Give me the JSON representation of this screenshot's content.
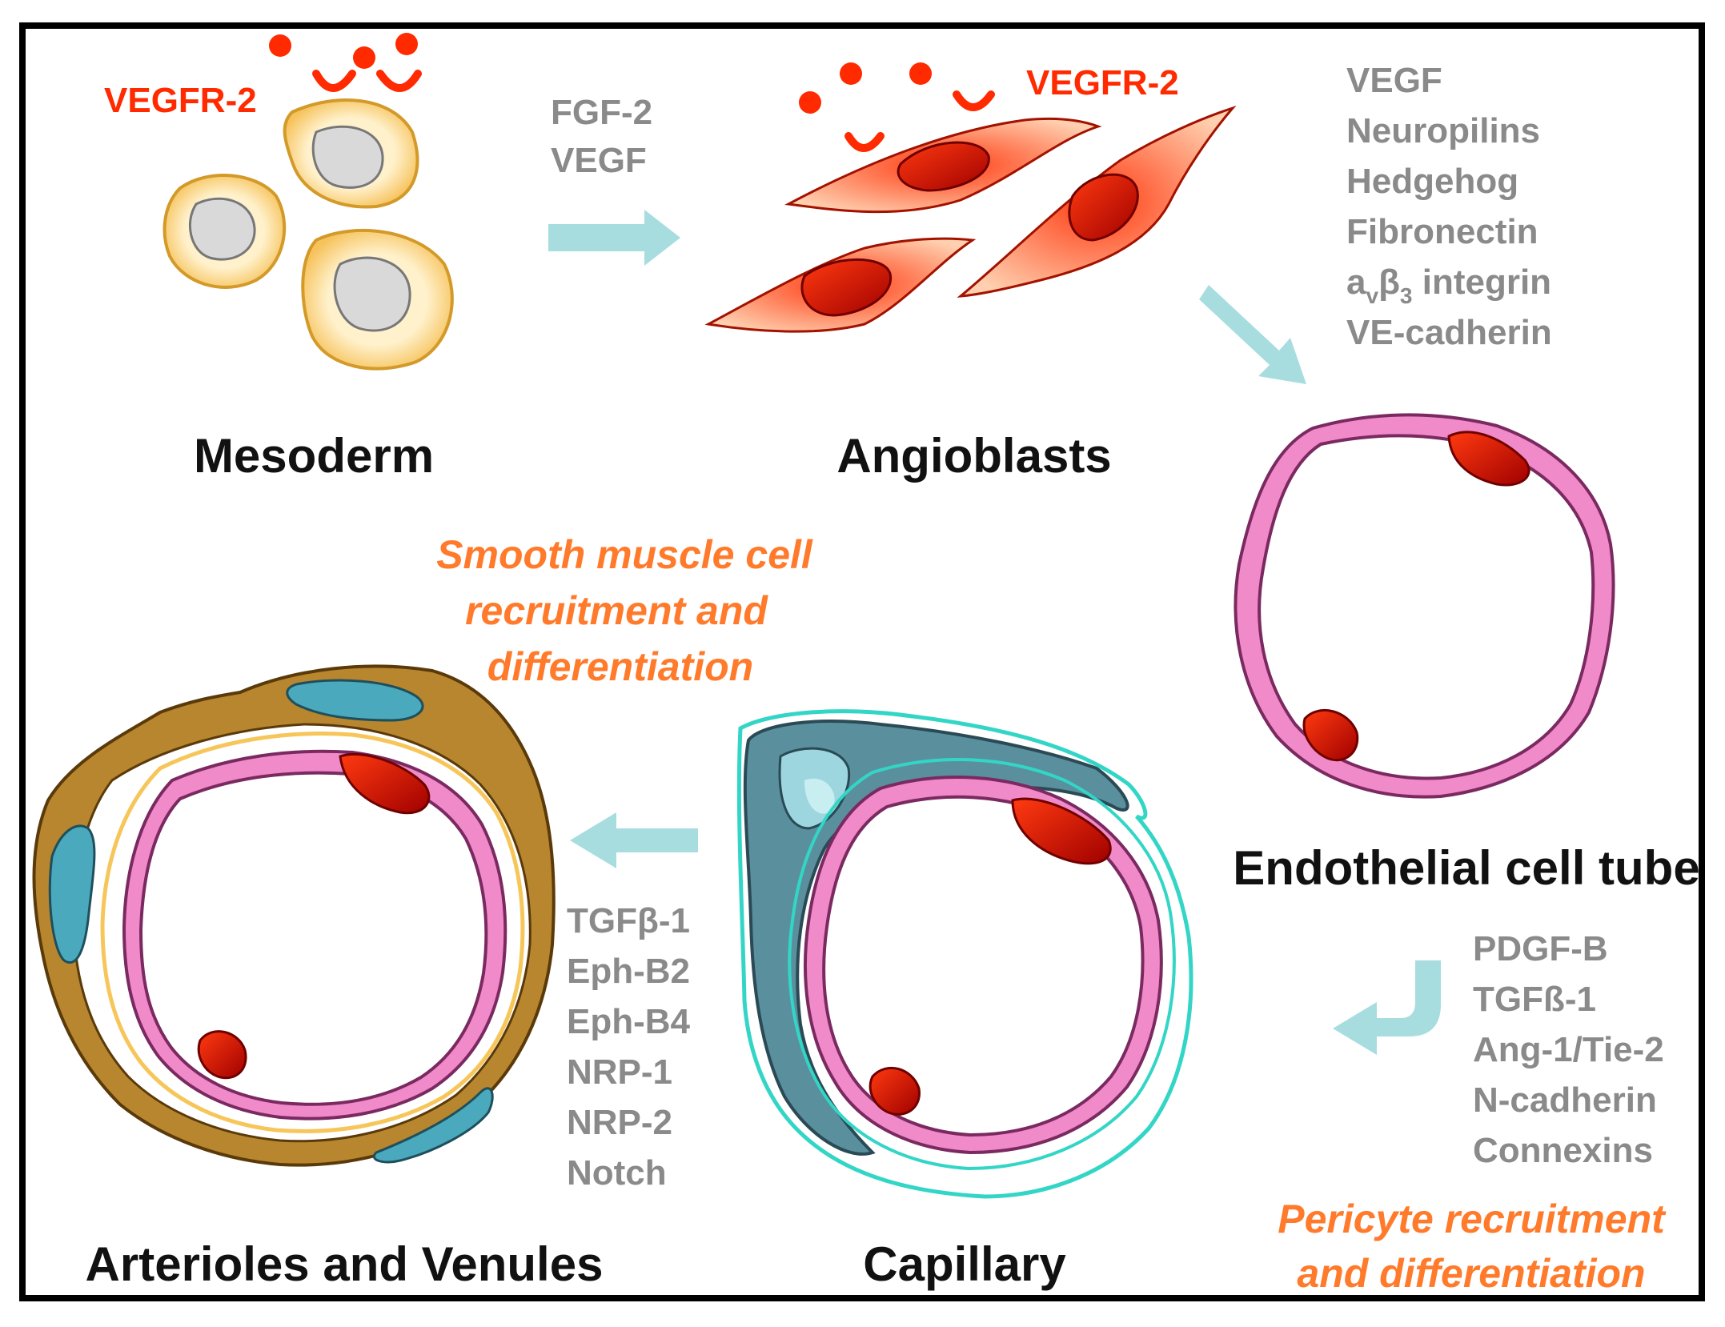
{
  "stages": {
    "mesoderm": "Mesoderm",
    "angioblasts": "Angioblasts",
    "endothelial_tube": "Endothelial cell tube",
    "capillary": "Capillary",
    "arterioles_venules": "Arterioles and Venules"
  },
  "receptor_labels": {
    "mesoderm": "VEGFR-2",
    "angioblasts": "VEGFR-2"
  },
  "factors": {
    "mesoderm_to_angioblasts": [
      "FGF-2",
      "VEGF"
    ],
    "angioblasts_to_tube": [
      "VEGF",
      "Neuropilins",
      "Hedgehog",
      "Fibronectin",
      "VE-cadherin"
    ],
    "integrin": {
      "prefix": "a",
      "sub1": "v",
      "mid": "β",
      "sub2": "3",
      "suffix": " integrin"
    },
    "tube_to_capillary": [
      "PDGF-B",
      "TGFß-1",
      "Ang-1/Tie-2",
      "N-cadherin",
      "Connexins"
    ],
    "capillary_to_arterioles": [
      "TGFβ-1",
      "Eph-B2",
      "Eph-B4",
      "NRP-1",
      "NRP-2",
      "Notch"
    ]
  },
  "processes": {
    "smooth_muscle": [
      "Smooth muscle cell",
      "recruitment and",
      "differentiation"
    ],
    "pericyte": [
      "Pericyte recruitment",
      "and differentiation"
    ]
  },
  "colors": {
    "frame": "#000000",
    "arrow": "#a8dde0",
    "mesoderm_cell": "#fbd487",
    "nucleus": "#d9d9d9",
    "angioblast": "#ff6a3a",
    "endothelium": "#f08ac8",
    "endothelial_nucleus": "#d41a00",
    "pericyte": "#4aa9bd",
    "pericyte_outline": "#33d6c6",
    "smooth_muscle": "#b8862e",
    "basement_ring": "#f7c65a",
    "receptor": "#ff2a00",
    "label_dark": "#111111",
    "label_gray": "#8a8a8a",
    "label_orange": "#ff7a2a"
  }
}
